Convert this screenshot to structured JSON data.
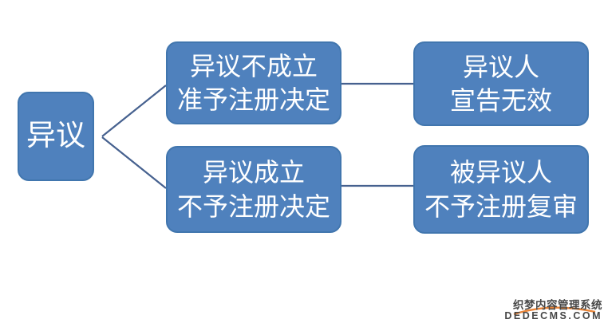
{
  "diagram": {
    "root": {
      "label": "异议"
    },
    "branches": [
      {
        "decision": {
          "line1": "异议不成立",
          "line2": "准予注册决定"
        },
        "outcome": {
          "line1": "异议人",
          "line2": "宣告无效"
        }
      },
      {
        "decision": {
          "line1": "异议成立",
          "line2": "不予注册决定"
        },
        "outcome": {
          "line1": "被异议人",
          "line2": "不予注册复审"
        }
      }
    ]
  },
  "watermark": {
    "line1": "织梦内容管理系统",
    "line2": "DEDECMS.COM"
  },
  "colors": {
    "box_fill": "#4f81bd",
    "box_border": "#4176ae",
    "box_text": "#ffffff",
    "connector": "#46618f",
    "watermark_text": "#474747",
    "watermark_accent": "#e87722",
    "background": "#ffffff"
  }
}
